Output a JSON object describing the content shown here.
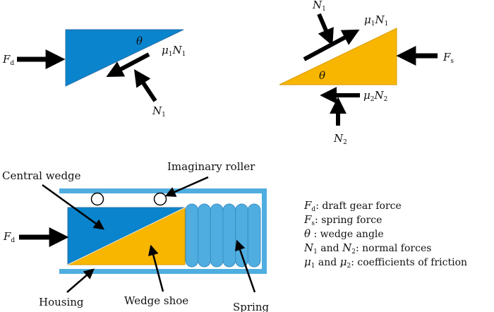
{
  "colors": {
    "central_wedge": "#0a84cc",
    "wedge_shoe": "#f8b600",
    "housing": "#4fade0",
    "spring": "#4fade0",
    "arrow": "#000000"
  },
  "top_left_diagram": {
    "force_left": {
      "sym": "F",
      "sub": "d"
    },
    "angle": "θ",
    "friction": {
      "mu": "μ",
      "mu_sub": "1",
      "n": "N",
      "n_sub": "1"
    },
    "normal": {
      "sym": "N",
      "sub": "1"
    }
  },
  "top_right_diagram": {
    "normal_top": {
      "sym": "N",
      "sub": "1"
    },
    "friction_top": {
      "mu": "μ",
      "mu_sub": "1",
      "n": "N",
      "n_sub": "1"
    },
    "spring_force": {
      "sym": "F",
      "sub": "s"
    },
    "angle": "θ",
    "friction_bottom": {
      "mu": "μ",
      "mu_sub": "2",
      "n": "N",
      "n_sub": "2"
    },
    "normal_bottom": {
      "sym": "N",
      "sub": "2"
    }
  },
  "assembly": {
    "force_left": {
      "sym": "F",
      "sub": "d"
    },
    "labels": {
      "central_wedge": "Central wedge",
      "imaginary_roller": "Imaginary roller",
      "housing": "Housing",
      "wedge_shoe": "Wedge shoe",
      "spring": "Spring"
    },
    "spring_coils": 6
  },
  "legend": [
    {
      "sym": "F",
      "sub": "d",
      "text": ": draft gear force"
    },
    {
      "sym": "F",
      "sub": "s",
      "text": ": spring force"
    },
    {
      "sym": "θ",
      "sub": "",
      "text": " : wedge angle"
    },
    {
      "sym": "N",
      "sub": "1",
      "mid": " and ",
      "sym2": "N",
      "sub2": "2",
      "text": ": normal forces"
    },
    {
      "sym": "μ",
      "sub": "1",
      "mid": " and ",
      "sym2": "μ",
      "sub2": "2",
      "text": ": coefficients of friction"
    }
  ]
}
